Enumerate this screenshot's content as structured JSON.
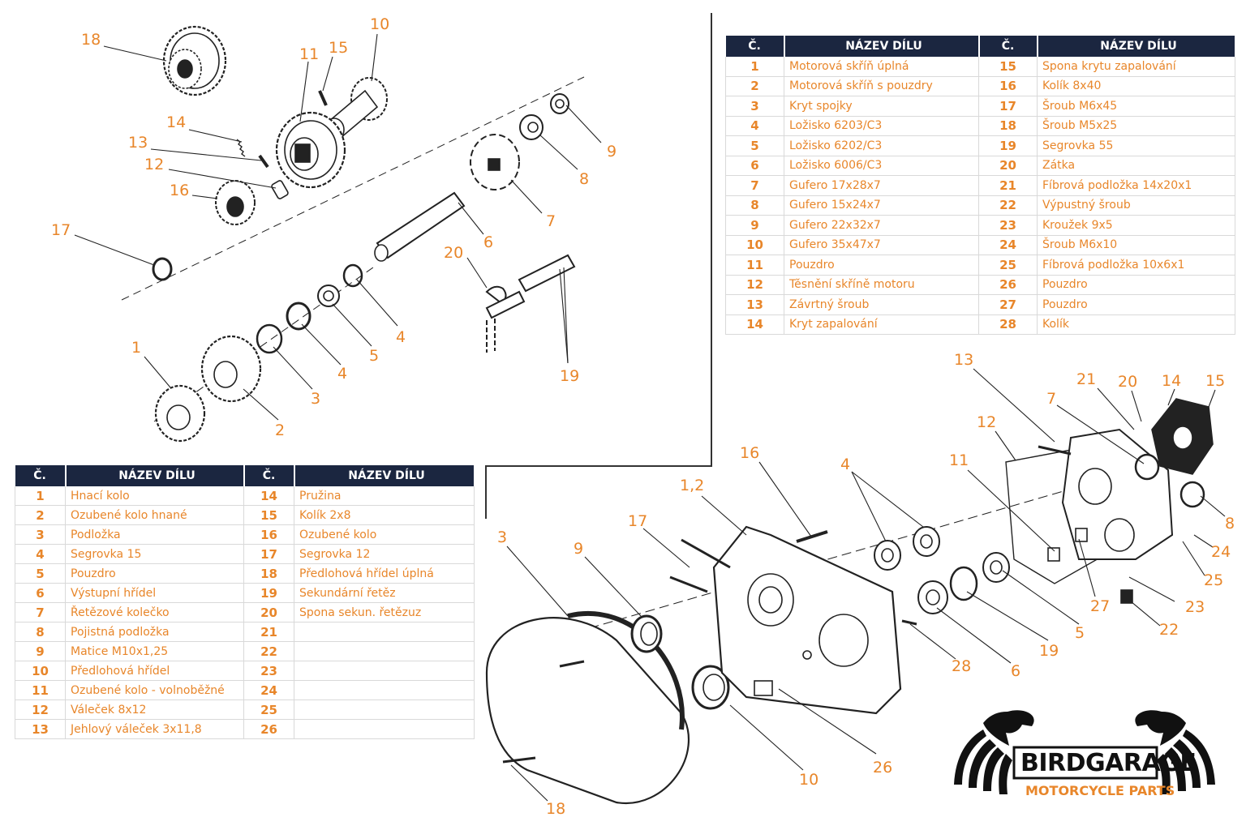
{
  "table_top": {
    "headers": [
      "Č.",
      "NÁZEV DÍLU",
      "Č.",
      "NÁZEV DÍLU"
    ],
    "rows": [
      [
        "1",
        "Motorová skříň úplná",
        "15",
        "Spona krytu zapalování"
      ],
      [
        "2",
        "Motorová skříň s pouzdry",
        "16",
        "Kolík 8x40"
      ],
      [
        "3",
        "Kryt spojky",
        "17",
        "Šroub M6x45"
      ],
      [
        "4",
        "Ložisko 6203/C3",
        "18",
        "Šroub M5x25"
      ],
      [
        "5",
        "Ložisko 6202/C3",
        "19",
        "Segrovka 55"
      ],
      [
        "6",
        "Ložisko 6006/C3",
        "20",
        "Zátka"
      ],
      [
        "7",
        "Gufero 17x28x7",
        "21",
        "Fíbrová podložka 14x20x1"
      ],
      [
        "8",
        "Gufero 15x24x7",
        "22",
        "Výpustný šroub"
      ],
      [
        "9",
        "Gufero 22x32x7",
        "23",
        "Kroužek 9x5"
      ],
      [
        "10",
        "Gufero 35x47x7",
        "24",
        "Šroub M6x10"
      ],
      [
        "11",
        "Pouzdro",
        "25",
        "Fíbrová podložka 10x6x1"
      ],
      [
        "12",
        "Těsnění skříně motoru",
        "26",
        "Pouzdro"
      ],
      [
        "13",
        "Závrtný šroub",
        "27",
        "Pouzdro"
      ],
      [
        "14",
        "Kryt zapalování",
        "28",
        "Kolík"
      ]
    ]
  },
  "table_bottom": {
    "headers": [
      "Č.",
      "NÁZEV DÍLU",
      "Č.",
      "NÁZEV DÍLU"
    ],
    "rows": [
      [
        "1",
        "Hnací kolo",
        "14",
        "Pružina"
      ],
      [
        "2",
        "Ozubené kolo hnané",
        "15",
        "Kolík 2x8"
      ],
      [
        "3",
        "Podložka",
        "16",
        "Ozubené kolo"
      ],
      [
        "4",
        "Segrovka 15",
        "17",
        "Segrovka 12"
      ],
      [
        "5",
        "Pouzdro",
        "18",
        "Předlohová hřídel úplná"
      ],
      [
        "6",
        "Výstupní hřídel",
        "19",
        "Sekundární řetěz"
      ],
      [
        "7",
        "Řetězové kolečko",
        "20",
        "Spona sekun. řetězuz"
      ],
      [
        "8",
        "Pojistná podložka",
        "21",
        ""
      ],
      [
        "9",
        "Matice M10x1,25",
        "22",
        ""
      ],
      [
        "10",
        "Předlohová hřídel",
        "23",
        ""
      ],
      [
        "11",
        "Ozubené kolo - volnoběžné",
        "24",
        ""
      ],
      [
        "12",
        "Váleček 8x12",
        "25",
        ""
      ],
      [
        "13",
        "Jehlový váleček 3x11,8",
        "26",
        ""
      ]
    ]
  },
  "gearbox_callouts": [
    "18",
    "11",
    "15",
    "10",
    "14",
    "13",
    "12",
    "16",
    "17",
    "9",
    "8",
    "7",
    "6",
    "20",
    "5",
    "4",
    "3",
    "2",
    "1",
    "19"
  ],
  "engine_callouts": [
    "13",
    "21",
    "20",
    "14",
    "15",
    "7",
    "12",
    "11",
    "16",
    "4",
    "1,2",
    "17",
    "3",
    "9",
    "8",
    "24",
    "25",
    "23",
    "22",
    "27",
    "5",
    "19",
    "6",
    "28",
    "26",
    "10",
    "18"
  ],
  "logo": {
    "title": "BIRDGARAGE",
    "subtitle": "MOTORCYCLE PARTS"
  },
  "colors": {
    "accent": "#e8862a",
    "header_bg": "#1b2640",
    "line": "#222222"
  }
}
